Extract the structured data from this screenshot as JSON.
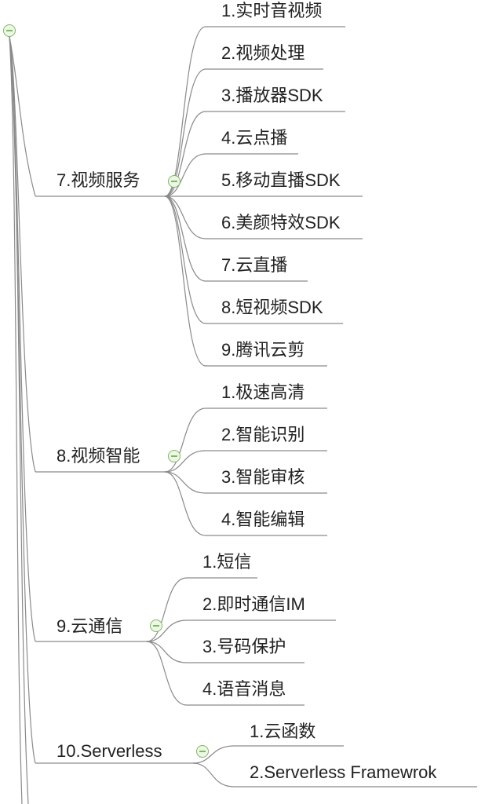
{
  "groups": [
    {
      "label": "7.视频服务",
      "children": [
        "1.实时音视频",
        "2.视频处理",
        "3.播放器SDK",
        "4.云点播",
        "5.移动直播SDK",
        "6.美颜特效SDK",
        "7.云直播",
        "8.短视频SDK",
        "9.腾讯云剪"
      ]
    },
    {
      "label": "8.视频智能",
      "children": [
        "1.极速高清",
        "2.智能识别",
        "3.智能审核",
        "4.智能编辑"
      ]
    },
    {
      "label": "9.云通信",
      "children": [
        "1.短信",
        "2.即时通信IM",
        "3.号码保护",
        "4.语音消息"
      ]
    },
    {
      "label": "10.Serverless",
      "children": [
        "1.云函数",
        "2.Serverless Framewrok"
      ]
    }
  ],
  "colors": {
    "line": "#8a8a8a",
    "toggle_border": "#7fb865",
    "toggle_fill": "#eef7e6"
  }
}
